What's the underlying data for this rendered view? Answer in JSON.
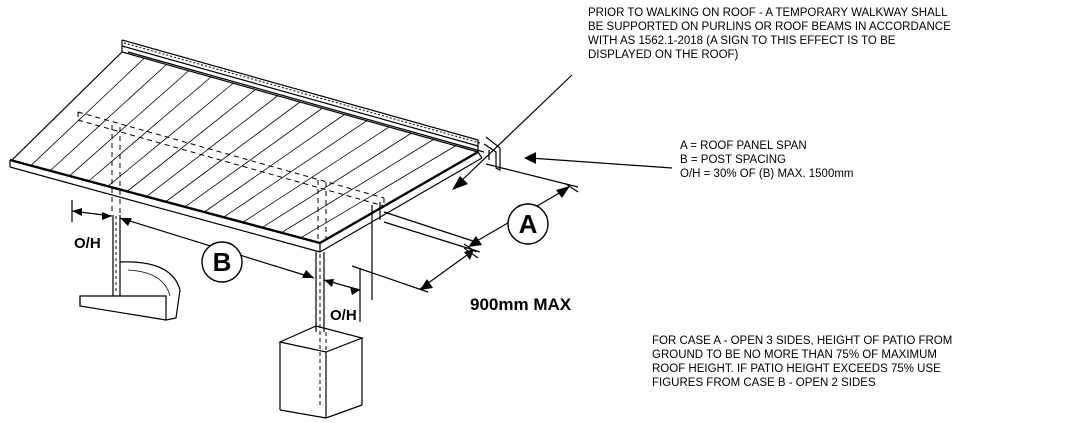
{
  "notes": {
    "walkway": [
      "PRIOR TO WALKING ON ROOF - A TEMPORARY WALKWAY SHALL",
      "BE SUPPORTED ON PURLINS OR ROOF BEAMS IN ACCORDANCE",
      "WITH AS 1562.1-2018  (A SIGN TO THIS EFFECT IS TO BE",
      "DISPLAYED ON THE ROOF)"
    ],
    "legend": [
      "A = ROOF PANEL SPAN",
      "B = POST SPACING",
      "O/H = 30%  OF (B) MAX. 1500mm"
    ],
    "case": [
      "FOR CASE A - OPEN 3 SIDES, HEIGHT OF PATIO  FROM",
      "GROUND TO BE NO MORE THAN 75%  OF MAXIMUM",
      "ROOF HEIGHT. IF PATIO  HEIGHT EXCEEDS 75%  USE",
      "FIGURES FROM CASE B - OPEN 2 SIDES"
    ]
  },
  "labels": {
    "span_a": "A",
    "spacing_b": "B",
    "overhang_left": "O/H",
    "overhang_right": "O/H",
    "max_dim": "900mm MAX"
  }
}
